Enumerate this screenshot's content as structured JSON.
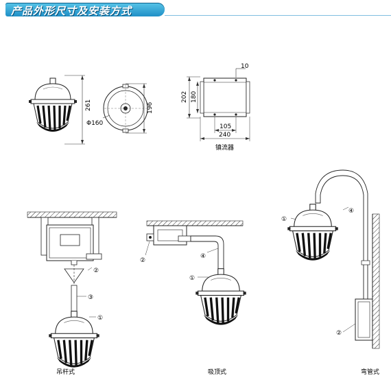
{
  "header": {
    "title": "产品外形尺寸及安装方式"
  },
  "dimensions": {
    "lamp_height": "261",
    "lamp_diameter": "Φ160",
    "lamp_width": "196",
    "ballast_top": "10",
    "ballast_height_outer": "202",
    "ballast_height_inner": "180",
    "ballast_hole_spacing": "105",
    "ballast_length": "240"
  },
  "labels": {
    "ballast": "镇流器",
    "pendant": "吊杆式",
    "ceiling": "吸顶式",
    "bent_pipe": "弯管式"
  },
  "callouts": {
    "c1": "①",
    "c2": "②",
    "c3": "③",
    "c4": "④"
  }
}
